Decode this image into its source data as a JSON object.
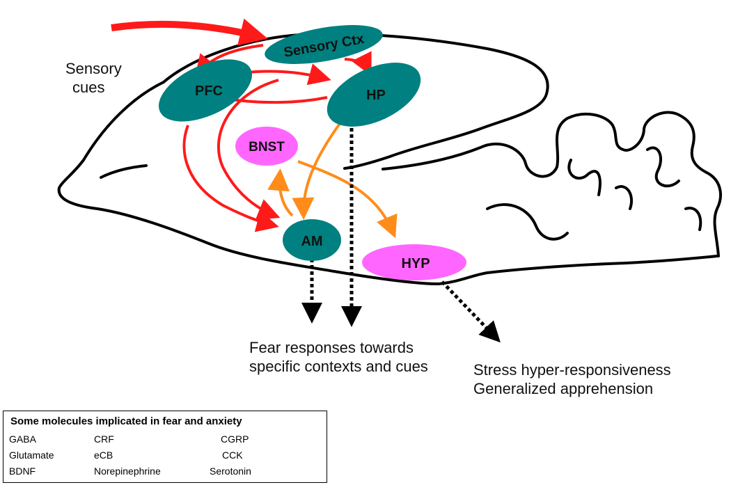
{
  "nodes": {
    "sensory_ctx": {
      "label": "Sensory Ctx",
      "color": "#008080"
    },
    "pfc": {
      "label": "PFC",
      "color": "#008080"
    },
    "hp": {
      "label": "HP",
      "color": "#008080"
    },
    "bnst": {
      "label": "BNST",
      "color": "#ff66ff"
    },
    "am": {
      "label": "AM",
      "color": "#008080"
    },
    "hyp": {
      "label": "HYP",
      "color": "#ff66ff"
    }
  },
  "input_label": {
    "line1": "Sensory",
    "line2": "cues"
  },
  "outputs": {
    "fear": {
      "line1": "Fear responses towards",
      "line2": "specific contexts and cues"
    },
    "stress": {
      "line1": "Stress hyper-responsiveness",
      "line2": "Generalized apprehension"
    }
  },
  "legend": {
    "title": "Some molecules implicated in fear and anxiety",
    "molecules": [
      [
        "GABA",
        "CRF",
        "CGRP"
      ],
      [
        "Glutamate",
        "eCB",
        "CCK"
      ],
      [
        "BDNF",
        "Norepinephrine",
        "Serotonin"
      ]
    ]
  },
  "colors": {
    "red_pathway": "#ff1a1a",
    "orange_pathway": "#ff8c1a",
    "teal_node": "#008080",
    "pink_node": "#ff66ff",
    "outline": "#000000"
  }
}
